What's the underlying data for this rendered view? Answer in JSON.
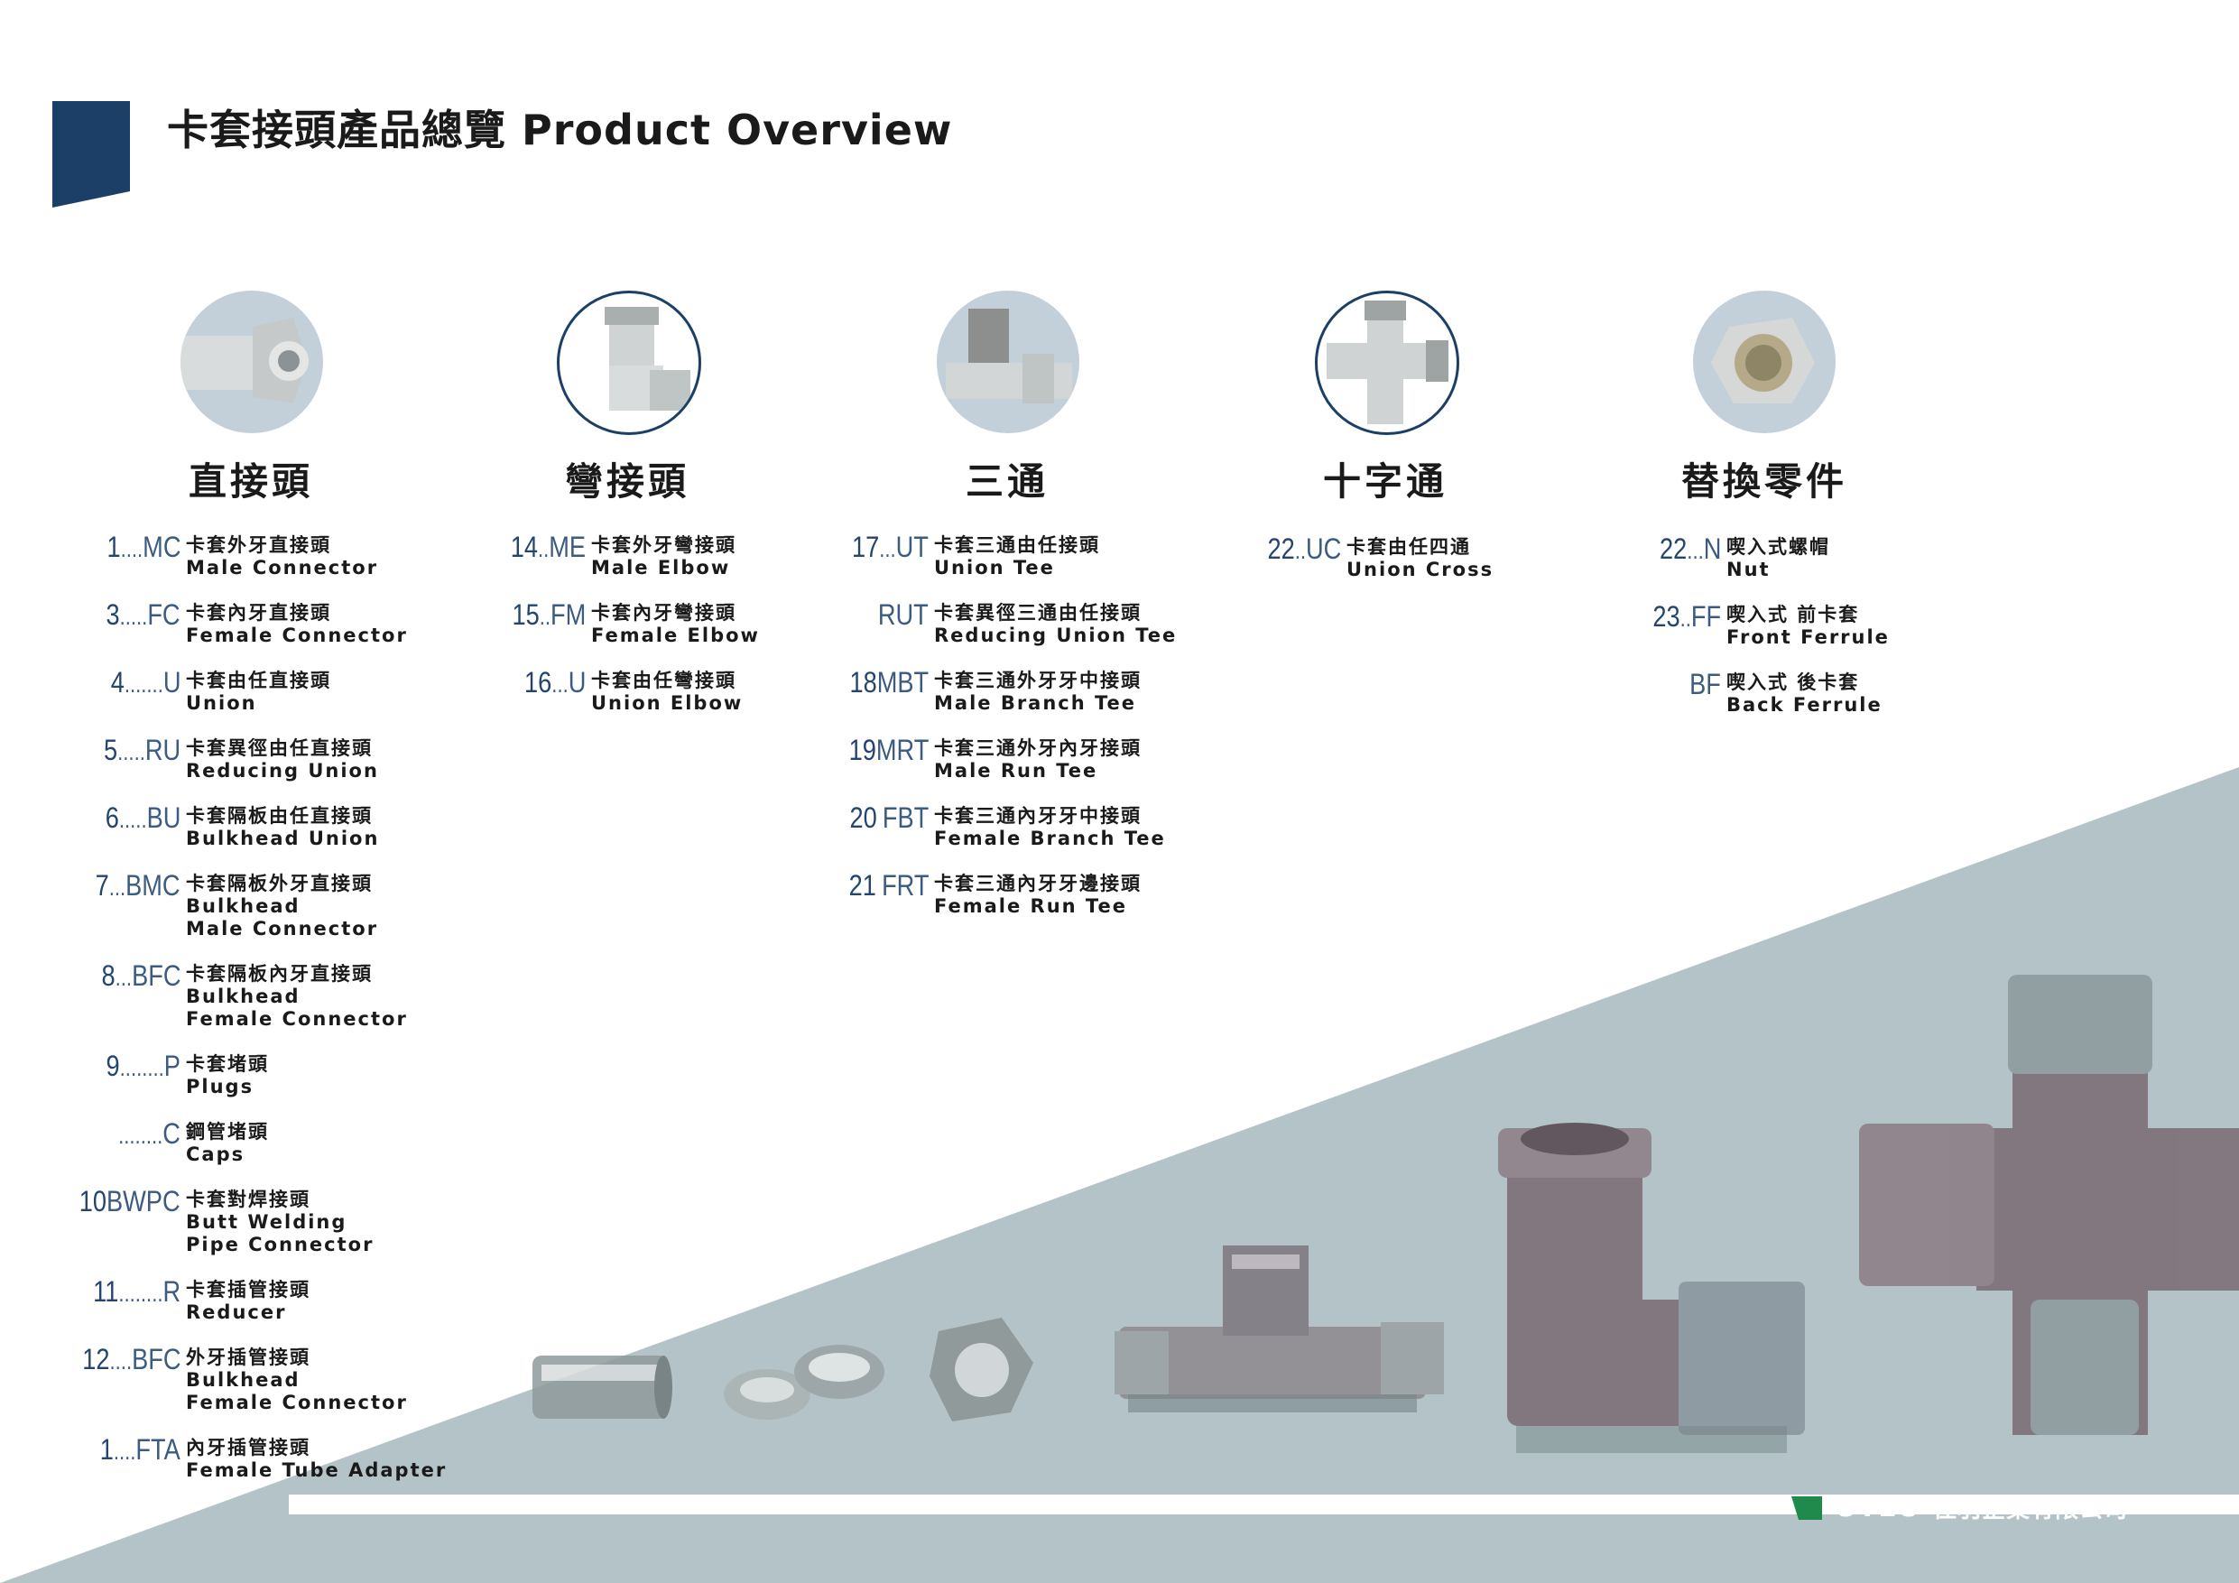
{
  "title": "卡套接頭產品總覽 Product Overview",
  "colors": {
    "accent": "#1b3f66",
    "code": "#3b5b80",
    "band": "#b4c3c8",
    "brand_green": "#1f8a4c"
  },
  "categories": [
    {
      "heading": "直接頭",
      "items": [
        {
          "num": "1",
          "dots": "....",
          "code": "MC",
          "zh": "卡套外牙直接頭",
          "en": [
            "Male Connector"
          ]
        },
        {
          "num": "3",
          "dots": ".....",
          "code": "FC",
          "zh": "卡套內牙直接頭",
          "en": [
            "Female Connector"
          ]
        },
        {
          "num": "4",
          "dots": ".......",
          "code": "U",
          "zh": "卡套由任直接頭",
          "en": [
            "Union"
          ]
        },
        {
          "num": "5",
          "dots": ".....",
          "code": "RU",
          "zh": "卡套異徑由任直接頭",
          "en": [
            "Reducing Union"
          ]
        },
        {
          "num": "6",
          "dots": ".....",
          "code": "BU",
          "zh": "卡套隔板由任直接頭",
          "en": [
            "Bulkhead Union"
          ]
        },
        {
          "num": "7",
          "dots": "...",
          "code": "BMC",
          "zh": "卡套隔板外牙直接頭",
          "en": [
            "Bulkhead",
            "Male Connector"
          ]
        },
        {
          "num": "8",
          "dots": "...",
          "code": "BFC",
          "zh": "卡套隔板內牙直接頭",
          "en": [
            "Bulkhead",
            "Female Connector"
          ]
        },
        {
          "num": "9",
          "dots": "........",
          "code": "P",
          "zh": "卡套堵頭",
          "en": [
            "Plugs"
          ]
        },
        {
          "num": "",
          "dots": "........",
          "code": "C",
          "zh": "鋼管堵頭",
          "en": [
            "Caps"
          ]
        },
        {
          "num": "10",
          "dots": "",
          "code": "BWPC",
          "zh": "卡套對焊接頭",
          "en": [
            "Butt Welding",
            "Pipe Connector"
          ]
        },
        {
          "num": "11",
          "dots": "........",
          "code": "R",
          "zh": "卡套插管接頭",
          "en": [
            "Reducer"
          ]
        },
        {
          "num": "12",
          "dots": "....",
          "code": "BFC",
          "zh": "外牙插管接頭",
          "en": [
            "Bulkhead",
            "Female Connector"
          ]
        },
        {
          "num": "1",
          "dots": "....",
          "code": "FTA",
          "zh": "內牙插管接頭",
          "en": [
            "Female Tube Adapter"
          ]
        }
      ]
    },
    {
      "heading": "彎接頭",
      "items": [
        {
          "num": "14",
          "dots": "..",
          "code": "ME",
          "zh": "卡套外牙彎接頭",
          "en": [
            "Male Elbow"
          ]
        },
        {
          "num": "15",
          "dots": "..",
          "code": "FM",
          "zh": "卡套內牙彎接頭",
          "en": [
            "Female Elbow"
          ]
        },
        {
          "num": "16",
          "dots": "...",
          "code": "U",
          "zh": "卡套由任彎接頭",
          "en": [
            "Union Elbow"
          ]
        }
      ]
    },
    {
      "heading": "三通",
      "items": [
        {
          "num": "17",
          "dots": "...",
          "code": "UT",
          "zh": "卡套三通由任接頭",
          "en": [
            "Union Tee"
          ]
        },
        {
          "num": "",
          "dots": "",
          "code": "RUT",
          "zh": "卡套異徑三通由任接頭",
          "en": [
            "Reducing Union Tee"
          ]
        },
        {
          "num": "18",
          "dots": "",
          "code": "MBT",
          "zh": "卡套三通外牙牙中接頭",
          "en": [
            "Male Branch Tee"
          ]
        },
        {
          "num": "19",
          "dots": "",
          "code": "MRT",
          "zh": "卡套三通外牙內牙接頭",
          "en": [
            "Male Run Tee"
          ]
        },
        {
          "num": "20",
          "dots": " ",
          "code": "FBT",
          "zh": "卡套三通內牙牙中接頭",
          "en": [
            "Female Branch Tee"
          ]
        },
        {
          "num": "21",
          "dots": " ",
          "code": "FRT",
          "zh": "卡套三通內牙牙邊接頭",
          "en": [
            "Female Run Tee"
          ]
        }
      ]
    },
    {
      "heading": "十字通",
      "items": [
        {
          "num": "22",
          "dots": "..",
          "code": "UC",
          "zh": "卡套由任四通",
          "en": [
            "Union Cross"
          ]
        }
      ]
    },
    {
      "heading": "替換零件",
      "items": [
        {
          "num": "22",
          "dots": "...",
          "code": "N",
          "zh": "喫入式螺帽",
          "en": [
            "Nut"
          ]
        },
        {
          "num": "23",
          "dots": "..",
          "code": "FF",
          "zh": "喫入式 前卡套",
          "en": [
            "Front Ferrule"
          ]
        },
        {
          "num": "",
          "dots": "",
          "code": "BF",
          "zh": "喫入式 後卡套",
          "en": [
            "Back Ferrule"
          ]
        }
      ]
    }
  ],
  "footer": {
    "brand": "UYEU",
    "company": "佳羽企業有限公司"
  }
}
